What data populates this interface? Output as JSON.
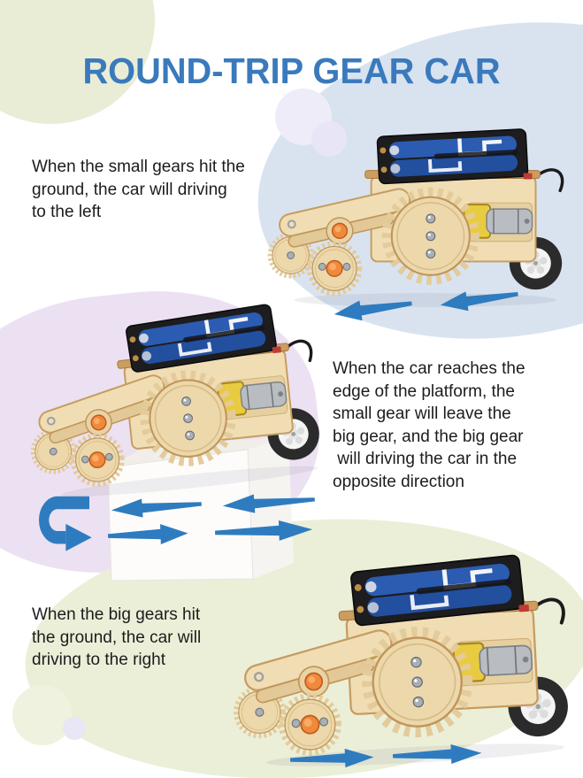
{
  "title": "ROUND-TRIP GEAR CAR",
  "colors": {
    "title_blue": "#3a7abc",
    "arrow_blue": "#2e7cbf",
    "wood_tan": "#ecd8aa",
    "battery_blue": "#2b5cb2",
    "bg_green_top": "#e9edd6",
    "bg_blue_top": "#d9e3f0",
    "bg_lavender_mid": "#ece1f2",
    "bg_green_bottom": "#ebefd8"
  },
  "sections": [
    {
      "name": "small-gears-ground",
      "caption": "When the small gears hit the ground, the car will driving to the left",
      "lines": [
        "When the small gears hit the",
        "ground, the car will driving",
        "to the left"
      ],
      "drive_direction": "left",
      "photo_label": "wooden gear car with small gears touching the ground",
      "arrow_icons": [
        "left-arrow",
        "left-arrow"
      ]
    },
    {
      "name": "platform-edge",
      "caption": "When the car reaches the edge of the platform, the small gear will leave the big gear, and the big gear will driving the car in the opposite direction",
      "lines": [
        "When the car reaches the",
        "edge of the platform, the",
        "small gear will leave the",
        "big gear, and the big gear",
        " will driving the car in the",
        "opposite direction"
      ],
      "drive_direction": "u-turn",
      "photo_label": "wooden gear car on the edge of a white platform box",
      "arrow_icons": [
        "u-turn-arrow",
        "left-arrow",
        "left-arrow",
        "right-arrow",
        "right-arrow"
      ]
    },
    {
      "name": "big-gears-ground",
      "caption": "When the big gears hit the ground, the car will driving to the right",
      "lines": [
        "When the big gears hit",
        "the ground, the car will",
        "driving to the right"
      ],
      "drive_direction": "right",
      "photo_label": "wooden gear car with big gears touching the ground",
      "arrow_icons": [
        "right-arrow",
        "right-arrow"
      ]
    }
  ]
}
